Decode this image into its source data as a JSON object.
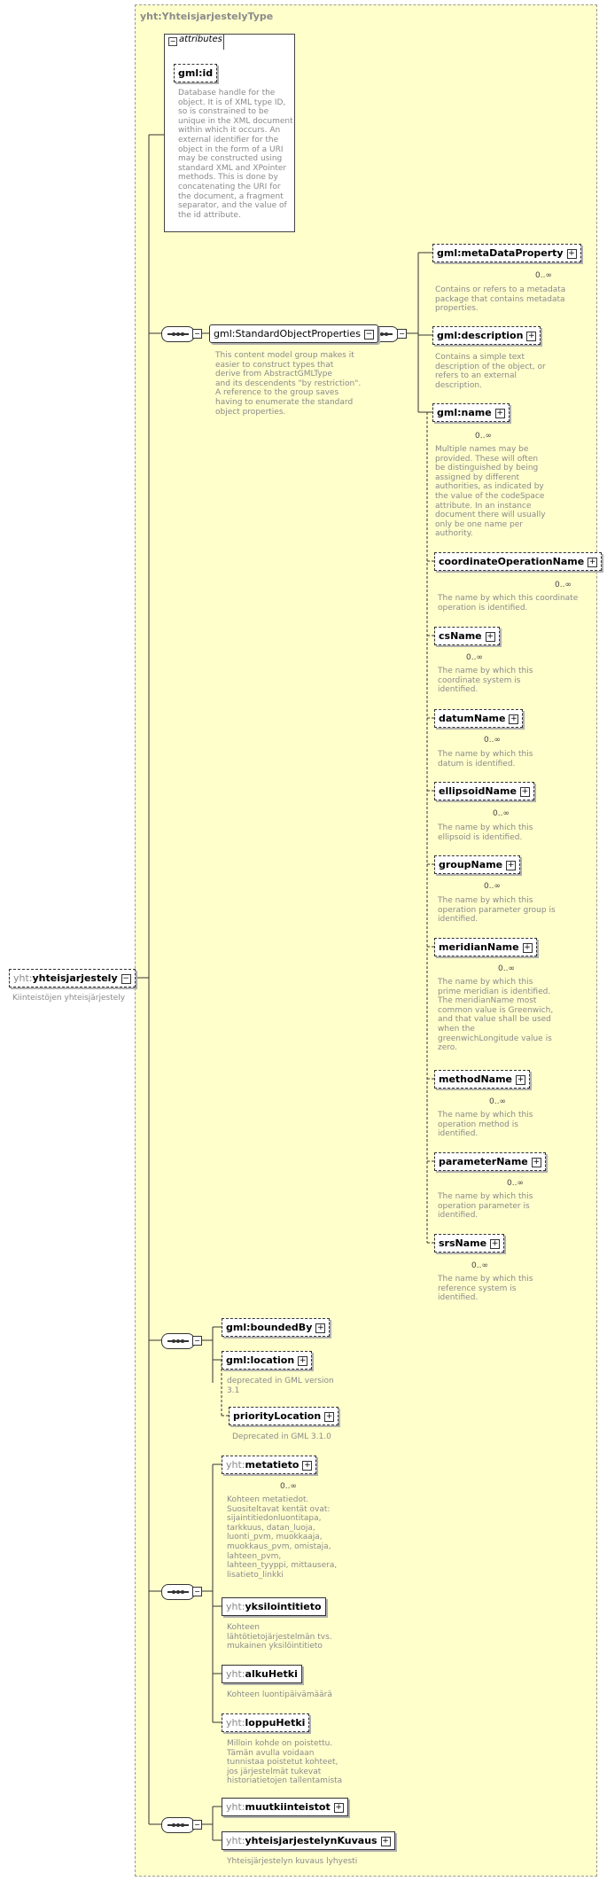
{
  "type_name": "yht:YhteisjarjestelyType",
  "root": {
    "prefix": "yht:",
    "name": "yhteisjarjestely",
    "desc": "Kiinteistöjen yhteisjärjestely"
  },
  "attributes": {
    "tab_label": "attributes",
    "gml_id": {
      "name": "gml:id",
      "desc": [
        "Database handle for the",
        "object.  It is of XML type ID,",
        "so is constrained to be",
        "unique in the XML document",
        "within which it occurs.  An",
        "external identifier for the",
        "object in the form of a URI",
        "may be constructed using",
        "standard XML and XPointer",
        "methods.  This is done by",
        "concatenating the URI for",
        "the document, a fragment",
        "separator, and the value of",
        "the id attribute."
      ]
    }
  },
  "std_props": {
    "name": "gml:StandardObjectProperties",
    "desc": [
      "This content model group makes it",
      "easier to construct types that",
      "       derive from AbstractGMLType",
      "and its descendents \"by restriction\".",
      "       A reference to the group saves",
      "having to enumerate the standard",
      "object properties."
    ]
  },
  "meta_data_property": {
    "name": "gml:metaDataProperty",
    "card": "0..∞",
    "desc": [
      "Contains or refers to a metadata",
      "package that contains metadata",
      "properties."
    ]
  },
  "description": {
    "name": "gml:description",
    "desc": [
      "Contains a simple text",
      "description of the object, or",
      "refers to an external",
      "description."
    ]
  },
  "gml_name": {
    "name": "gml:name",
    "card": "0..∞",
    "desc": [
      "Multiple names may be",
      "provided.  These will often",
      "be distinguished by being",
      "assigned by different",
      "authorities, as indicated by",
      "the value of the codeSpace",
      "attribute.  In an instance",
      "document there will usually",
      "only be one name per",
      "authority."
    ]
  },
  "subs": [
    {
      "name": "coordinateOperationName",
      "card": "0..∞",
      "desc": [
        "The name by which this coordinate",
        "operation is identified."
      ]
    },
    {
      "name": "csName",
      "card": "0..∞",
      "desc": [
        "The name by which this",
        "coordinate system is",
        "identified."
      ]
    },
    {
      "name": "datumName",
      "card": "0..∞",
      "desc": [
        "The name by which this",
        "datum is identified."
      ]
    },
    {
      "name": "ellipsoidName",
      "card": "0..∞",
      "desc": [
        "The name by which this",
        "ellipsoid is identified."
      ]
    },
    {
      "name": "groupName",
      "card": "0..∞",
      "desc": [
        "The name by which this",
        "operation parameter group is",
        "identified."
      ]
    },
    {
      "name": "meridianName",
      "card": "0..∞",
      "desc": [
        "The name by which this",
        "prime meridian is identified.",
        "The meridianName most",
        "common value is Greenwich,",
        "and that value shall be used",
        "when the",
        "greenwichLongitude value is",
        "zero."
      ]
    },
    {
      "name": "methodName",
      "card": "0..∞",
      "desc": [
        "The name by which this",
        "operation method is",
        "identified."
      ]
    },
    {
      "name": "parameterName",
      "card": "0..∞",
      "desc": [
        "The name by which this",
        "operation parameter is",
        "identified."
      ]
    },
    {
      "name": "srsName",
      "card": "0..∞",
      "desc": [
        "The name by which this",
        "reference system is",
        "identified."
      ]
    }
  ],
  "bounded_by": {
    "name": "gml:boundedBy"
  },
  "location": {
    "name": "gml:location",
    "desc": [
      "deprecated in GML version",
      "3.1"
    ]
  },
  "priority_location": {
    "name": "priorityLocation",
    "desc": [
      "Deprecated in GML 3.1.0"
    ]
  },
  "metatieto": {
    "prefix": "yht:",
    "name": "metatieto",
    "card": "0..∞",
    "desc": [
      "Kohteen metatiedot.",
      "Suositeltavat kentät ovat:",
      "sijaintitiedonluontitapa,",
      "tarkkuus, datan_luoja,",
      "luonti_pvm, muokkaaja,",
      "muokkaus_pvm, omistaja,",
      "lahteen_pvm,",
      "lahteen_tyyppi, mittausera,",
      "lisatieto_linkki"
    ]
  },
  "yksilointitieto": {
    "prefix": "yht:",
    "name": "yksilointitieto",
    "desc": [
      "Kohteen",
      "lähtötietojärjestelmän  tvs.",
      "mukainen yksilöintitieto"
    ]
  },
  "alkuhetki": {
    "prefix": "yht:",
    "name": "alkuHetki",
    "desc": [
      "Kohteen luontipäivämäärä"
    ]
  },
  "loppuhetki": {
    "prefix": "yht:",
    "name": "loppuHetki",
    "desc": [
      "Milloin kohde on poistettu.",
      "Tämän avulla voidaan",
      "tunnistaa poistetut kohteet,",
      "jos järjestelmät tukevat",
      "historiatietojen tallentamista"
    ]
  },
  "muutkiinteistot": {
    "prefix": "yht:",
    "name": "muutkiinteistot"
  },
  "kuvaus": {
    "prefix": "yht:",
    "name": "yhteisjarjestelynKuvaus",
    "desc": [
      "Yhteisjärjestelyn kuvaus lyhyesti"
    ]
  }
}
